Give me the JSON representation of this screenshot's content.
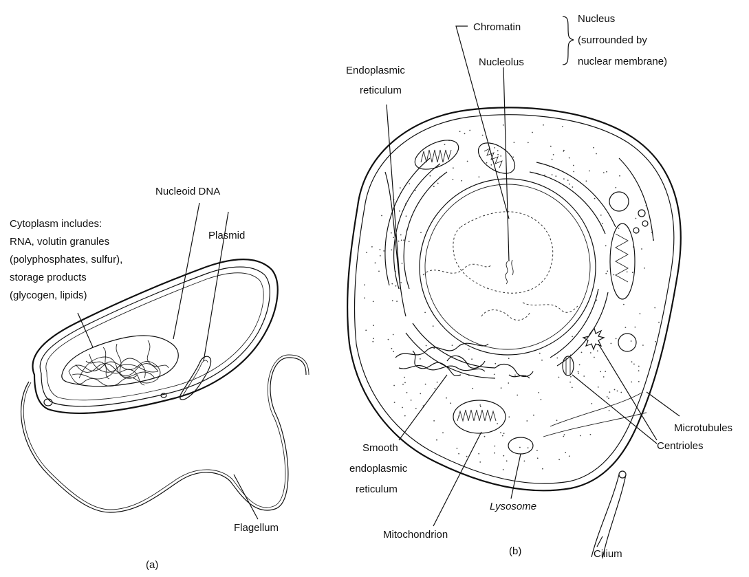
{
  "prokaryote": {
    "panel_label": "(a)",
    "cytoplasm_label": [
      "Cytoplasm includes:",
      "RNA, volutin granules",
      "(polyphosphates, sulfur),",
      "storage products",
      "(glycogen, lipids)"
    ],
    "nucleoid_label": "Nucleoid DNA",
    "plasmid_label": "Plasmid",
    "flagellum_label": "Flagellum"
  },
  "eukaryote": {
    "panel_label": "(b)",
    "chromatin_label": "Chromatin",
    "nucleolus_label": "Nucleolus",
    "nucleus_label": [
      "Nucleus",
      "(surrounded by",
      "nuclear membrane)"
    ],
    "er_label": [
      "Endoplasmic",
      "reticulum"
    ],
    "smooth_er_label": [
      "Smooth",
      "endoplasmic",
      "reticulum"
    ],
    "mitochondrion_label": "Mitochondrion",
    "lysosome_label": "Lysosome",
    "cilium_label": "Cilium",
    "microtubules_label": "Microtubules",
    "centrioles_label": "Centrioles"
  }
}
